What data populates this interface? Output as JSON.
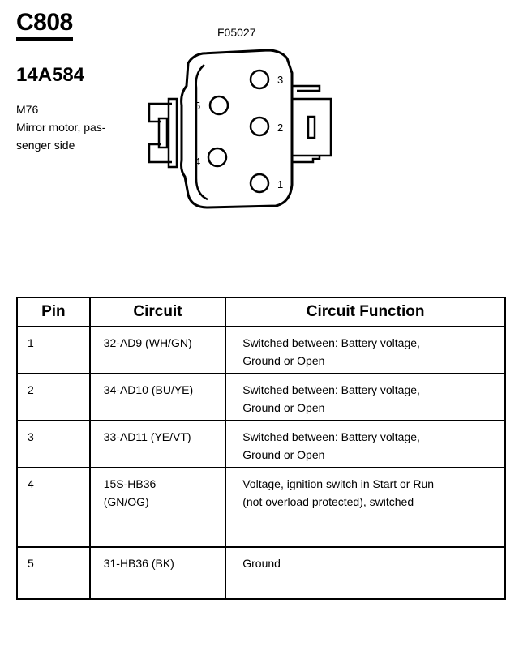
{
  "header": {
    "connector_id": "C808",
    "part_number": "14A584",
    "component_code": "M76",
    "component_description": "Mirror motor, passenger side",
    "component_description_lines": [
      "Mirror motor, pas-",
      "senger side"
    ],
    "figure_id": "F05027"
  },
  "diagram": {
    "pin_labels": [
      "1",
      "2",
      "3",
      "4",
      "5"
    ]
  },
  "table": {
    "headers": [
      "Pin",
      "Circuit",
      "Circuit Function"
    ],
    "rows": [
      {
        "pin": "1",
        "circuit": [
          "32-AD9 (WH/GN)"
        ],
        "function": [
          "Switched between: Battery voltage,",
          "Ground or Open"
        ]
      },
      {
        "pin": "2",
        "circuit": [
          "34-AD10 (BU/YE)"
        ],
        "function": [
          "Switched between: Battery voltage,",
          "Ground or Open"
        ]
      },
      {
        "pin": "3",
        "circuit": [
          "33-AD11 (YE/VT)"
        ],
        "function": [
          "Switched between: Battery voltage,",
          "Ground or Open"
        ]
      },
      {
        "pin": "4",
        "circuit": [
          "15S-HB36",
          "(GN/OG)"
        ],
        "function": [
          "Voltage, ignition switch in Start or Run",
          "(not overload protected), switched"
        ]
      },
      {
        "pin": "5",
        "circuit": [
          "31-HB36 (BK)"
        ],
        "function": [
          "Ground"
        ]
      }
    ]
  }
}
